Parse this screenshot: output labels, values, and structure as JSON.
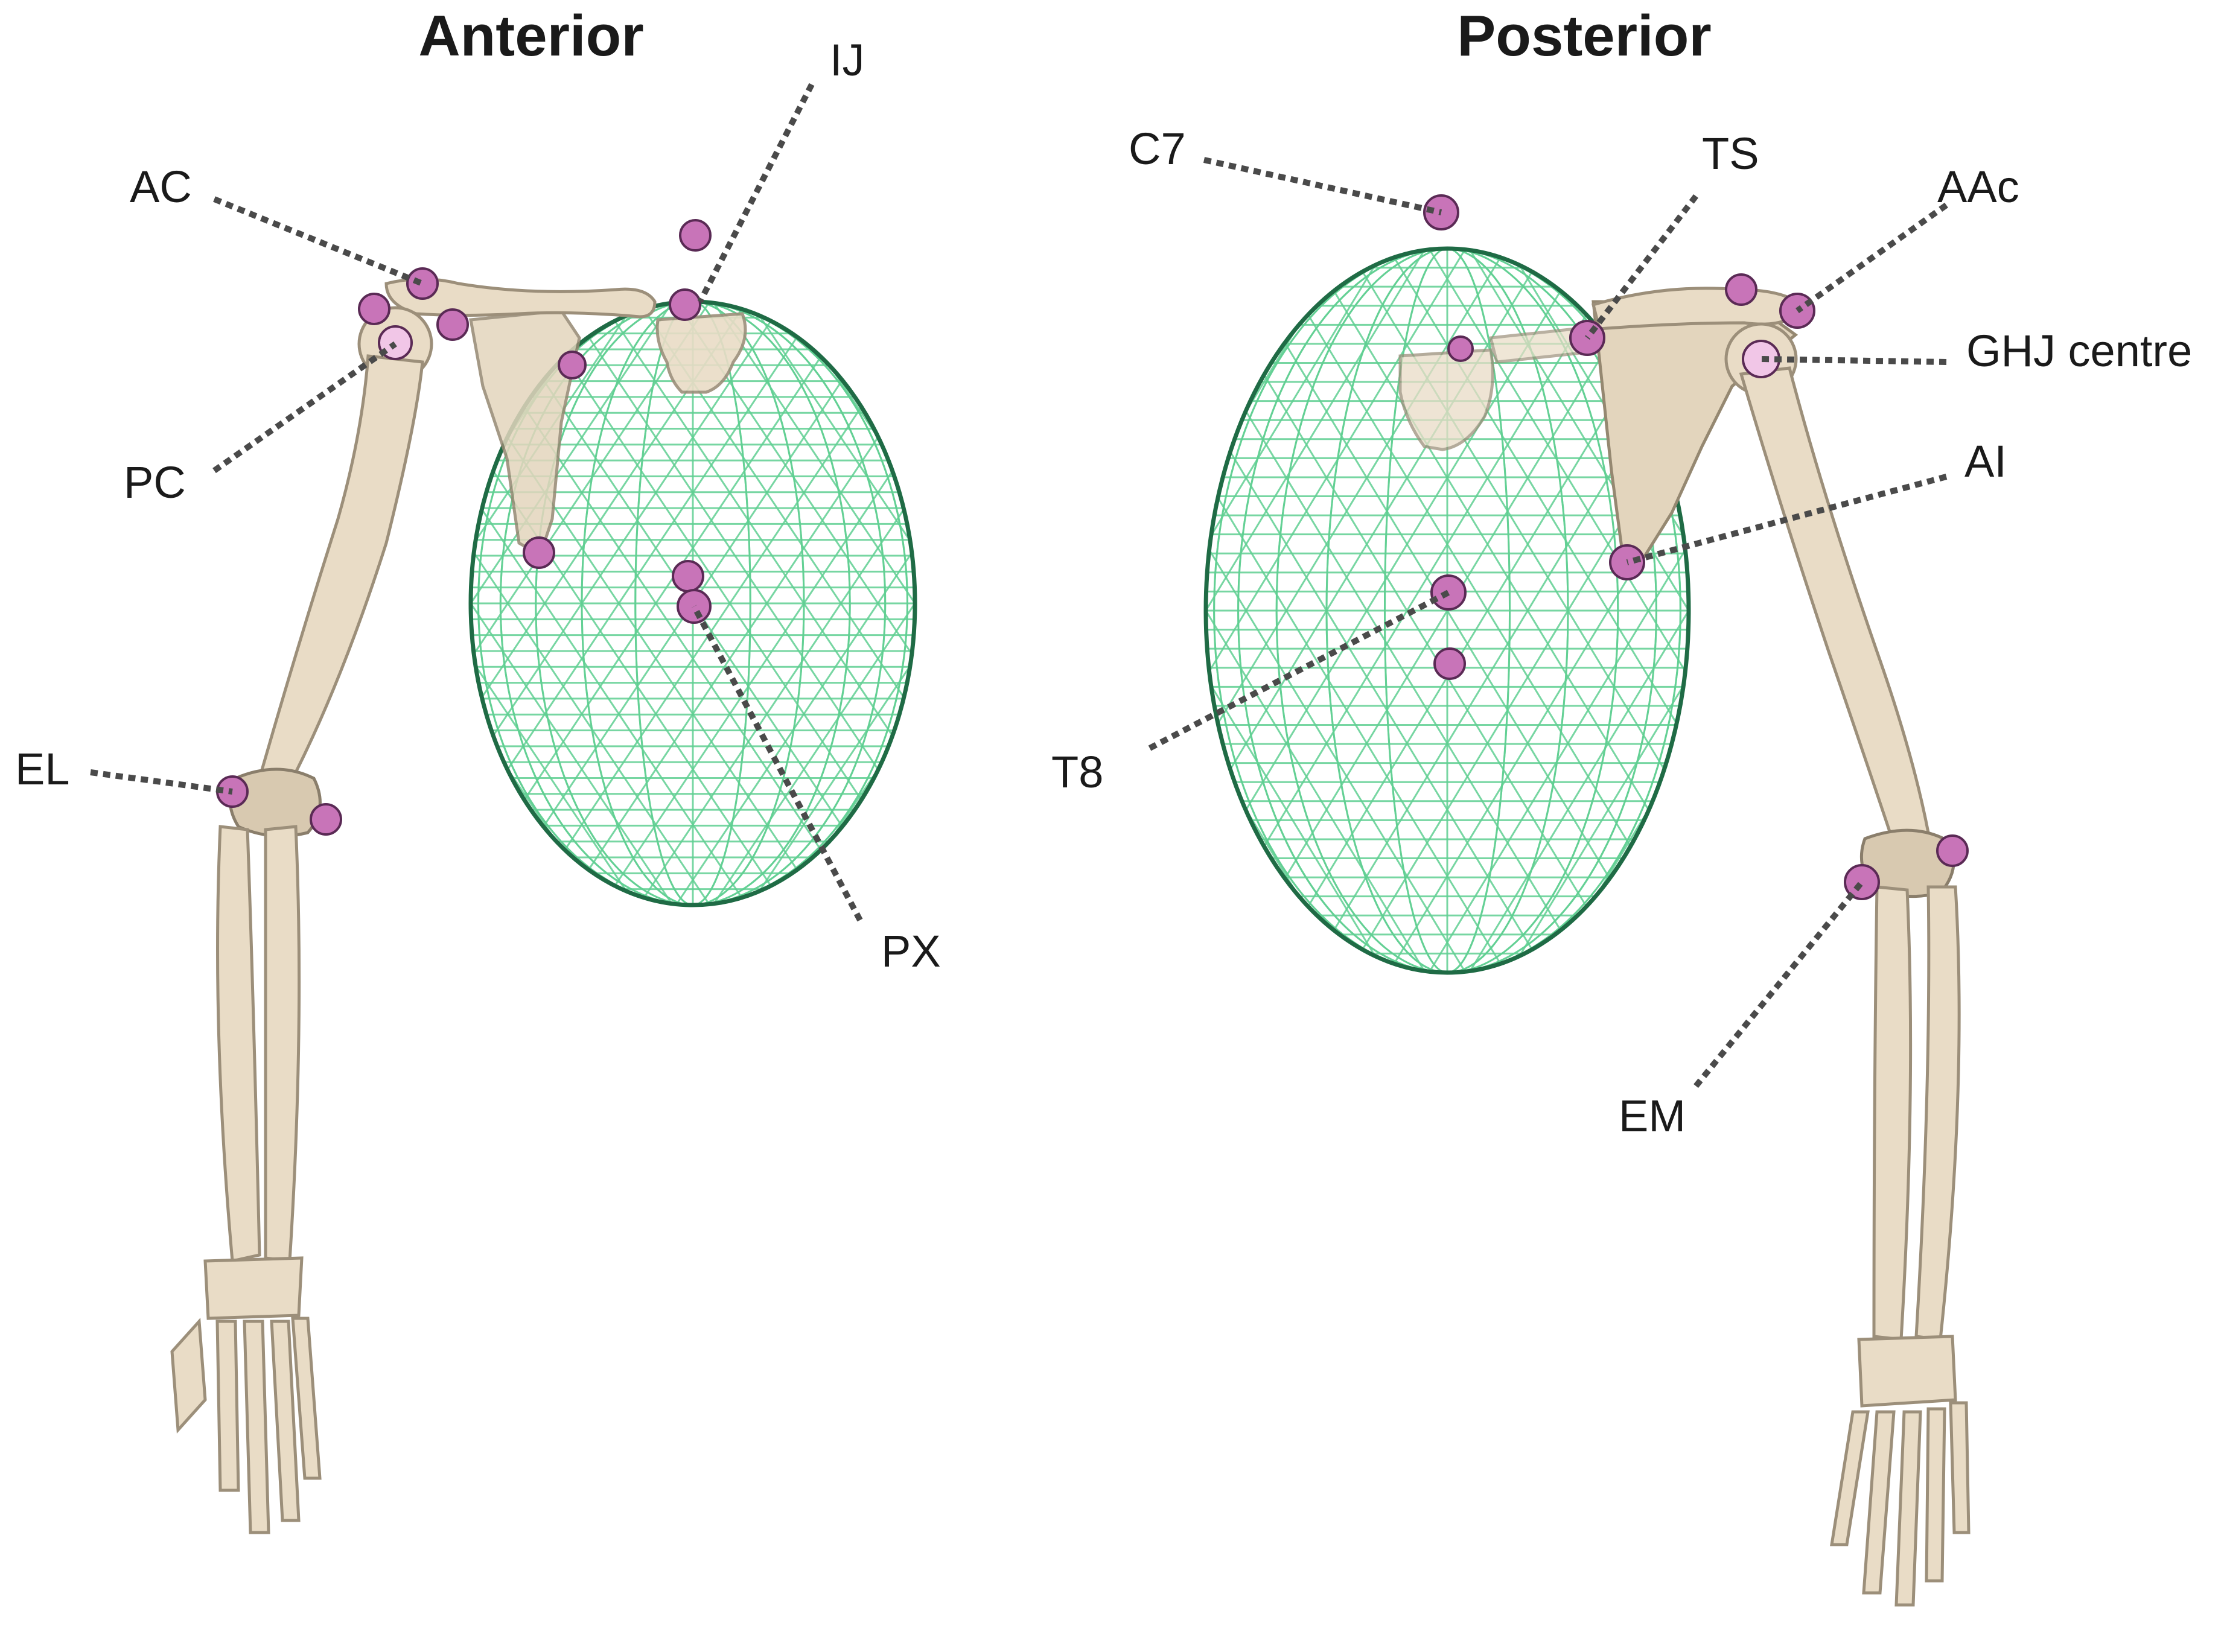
{
  "views": {
    "anterior": {
      "title": "Anterior"
    },
    "posterior": {
      "title": "Posterior"
    }
  },
  "landmarks": {
    "anterior": {
      "ij": "IJ",
      "ac": "AC",
      "pc": "PC",
      "el": "EL",
      "px": "PX"
    },
    "posterior": {
      "c7": "C7",
      "ts": "TS",
      "aac": "AAc",
      "ghj": "GHJ centre",
      "ai": "AI",
      "t8": "T8",
      "em": "EM"
    }
  },
  "colors": {
    "bone": "#e9dcc6",
    "thorax_mesh": "#5fcf92",
    "thorax_outline": "#1f6b45",
    "marker": "#c874b8",
    "leader": "#4a4a4a"
  }
}
